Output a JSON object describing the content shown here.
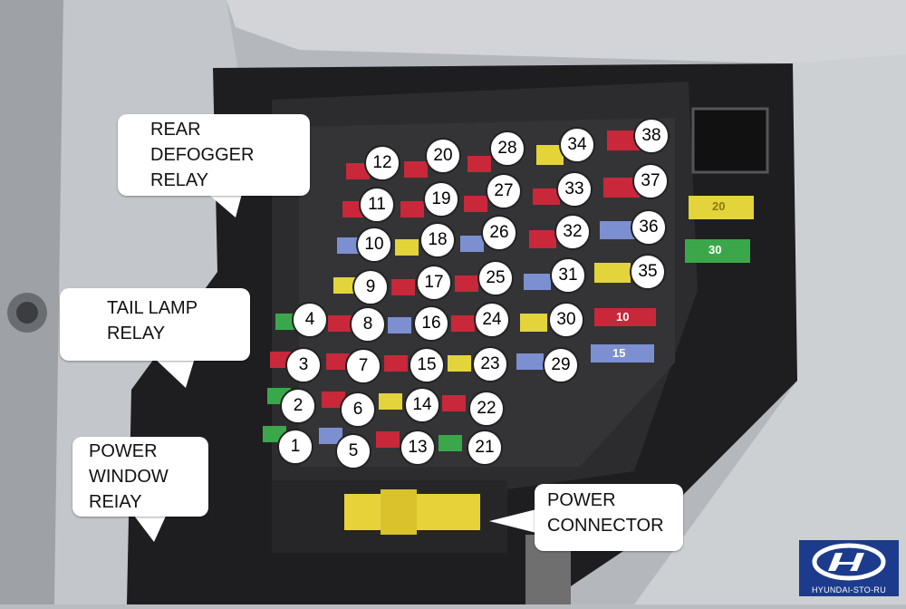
{
  "labels": {
    "rear_defogger_relay": "REAR\nDEFOGGER\nRELAY",
    "tail_lamp_relay": "TAIL LAMP\nRELAY",
    "power_window_relay": "POWER\nWINDOW\nREIAY",
    "power_connector": "POWER\nCONNECTOR"
  },
  "fuse_numbers": [
    "1",
    "2",
    "3",
    "4",
    "5",
    "6",
    "7",
    "8",
    "9",
    "10",
    "11",
    "12",
    "13",
    "14",
    "15",
    "16",
    "17",
    "18",
    "19",
    "20",
    "21",
    "22",
    "23",
    "24",
    "25",
    "26",
    "27",
    "28",
    "29",
    "30",
    "31",
    "32",
    "33",
    "34",
    "35",
    "36",
    "37",
    "38"
  ],
  "fuse_colors": {
    "red": "#c8283a",
    "yellow": "#e2d43a",
    "blue": "#7c8fd0",
    "green": "#3aa84a"
  },
  "side_fuses": {
    "top_yellow_label": "20",
    "green_label": "30",
    "red_label": "10",
    "blue_label": "15"
  },
  "logo": {
    "text": "HYUNDAI-STO-RU",
    "icon": "hyundai-logo-icon"
  }
}
